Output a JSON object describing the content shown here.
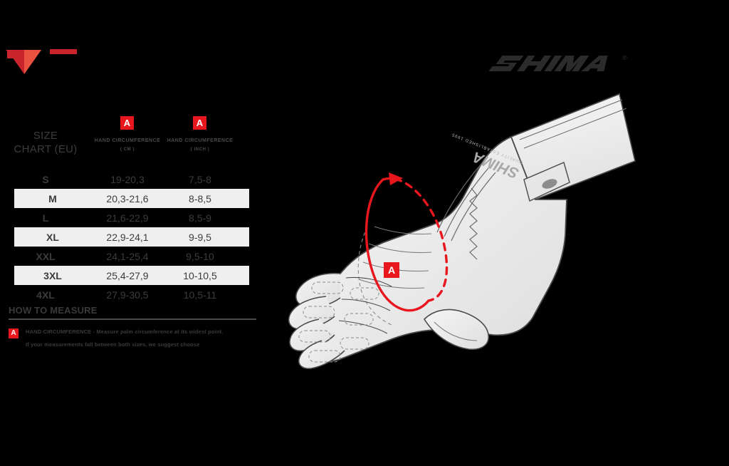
{
  "brand": {
    "logo_text": "SHIMA",
    "logo_trademark": "®",
    "mark_name": "shima-triangle-mark",
    "accent_color": "#e8171e",
    "mark_color_dark": "#c9242b",
    "mark_color_light": "#e8523f"
  },
  "table": {
    "header": {
      "size_label": "SIZE\nCHART (EU)",
      "size_label_line1": "SIZE",
      "size_label_line2": "CHART (EU)",
      "columns": [
        {
          "badge": "A",
          "title": "HAND CIRCUMFERENCE",
          "unit": "( CM )"
        },
        {
          "badge": "A",
          "title": "HAND CIRCUMFERENCE",
          "unit": "( INCH )"
        }
      ]
    },
    "rows": [
      {
        "size": "S",
        "cm": "19-20,3",
        "inch": "7,5-8"
      },
      {
        "size": "M",
        "cm": "20,3-21,6",
        "inch": "8-8,5"
      },
      {
        "size": "L",
        "cm": "21,6-22,9",
        "inch": "8,5-9"
      },
      {
        "size": "XL",
        "cm": "22,9-24,1",
        "inch": "9-9,5"
      },
      {
        "size": "XXL",
        "cm": "24,1-25,4",
        "inch": "9,5-10"
      },
      {
        "size": "3XL",
        "cm": "25,4-27,9",
        "inch": "10-10,5"
      },
      {
        "size": "4XL",
        "cm": "27,9-30,5",
        "inch": "10,5-11"
      }
    ]
  },
  "how_to_measure": {
    "title": "HOW TO MEASURE",
    "badge": "A",
    "line1": "HAND CIRCUMFERENCE - Measure palm circumference at its widest point.",
    "line2": "If your measurements fall between both sizes, we suggest choose"
  },
  "illustration": {
    "name": "motorcycle-glove-diagram",
    "measure_badge": "A",
    "cuff_text": "SHIMA",
    "cuff_subtext": "QUALITY ESTABLISHED 1995",
    "line_color": "#4a4a4a",
    "measure_color": "#e8171e"
  }
}
